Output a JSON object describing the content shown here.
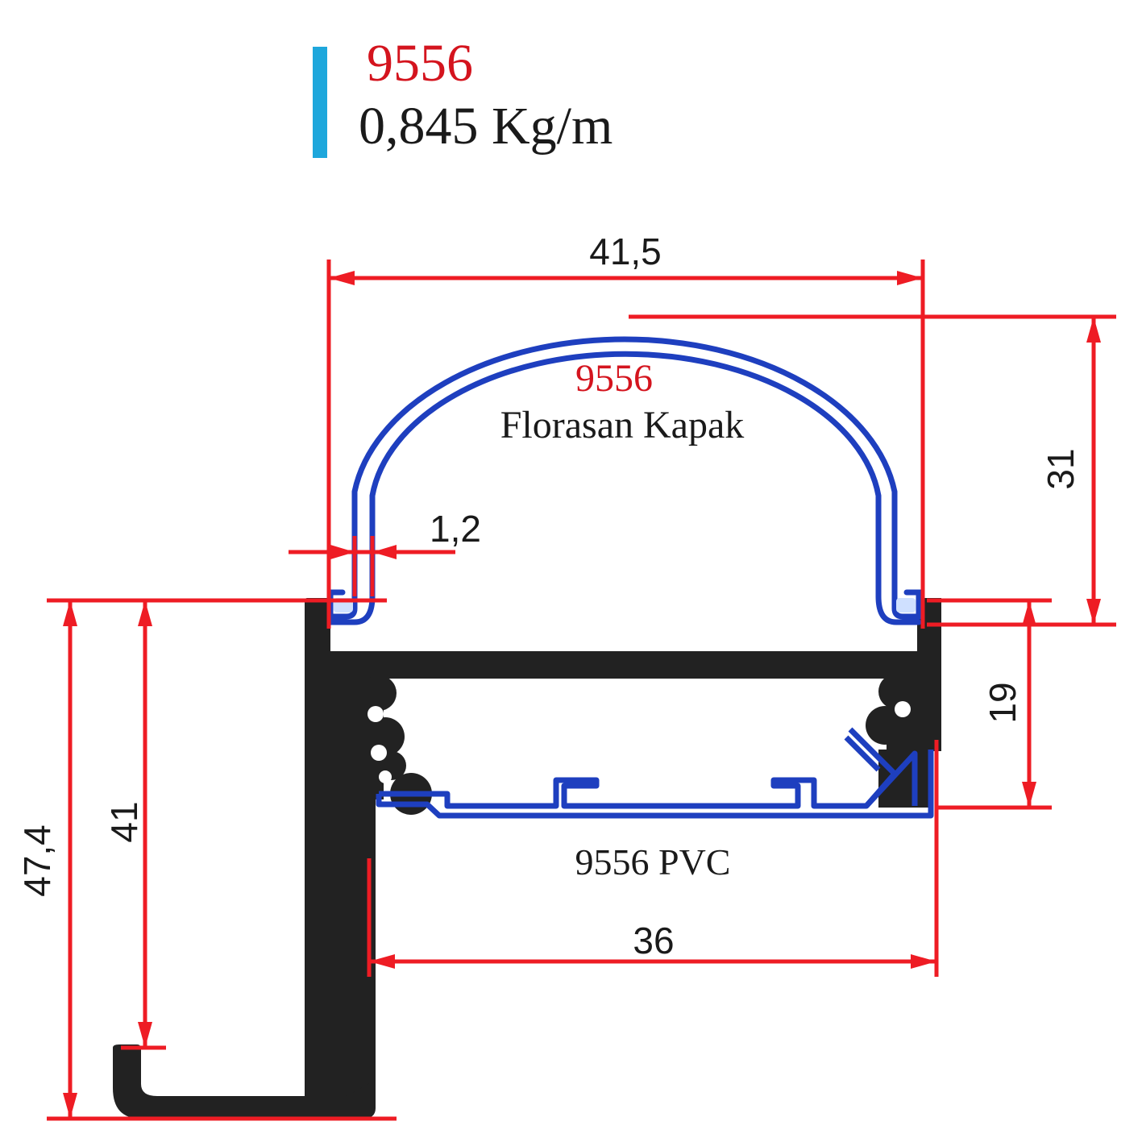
{
  "header": {
    "code": "9556",
    "weight": "0,845 Kg/m"
  },
  "labels": {
    "cover_code": "9556",
    "cover_name": "Florasan Kapak",
    "pvc": "9556 PVC"
  },
  "dimensions": {
    "top_width": "41,5",
    "cover_height": "31",
    "wall_thickness": "1,2",
    "lower_height": "19",
    "bottom_width": "36",
    "inner_height": "41",
    "total_height": "47,4"
  },
  "colors": {
    "accent_bar": "#1ea7dc",
    "code_red": "#d4141e",
    "dimension_red": "#ee1c24",
    "profile_black": "#222222",
    "cover_blue": "#1e3fbf",
    "text": "#1a1a1a"
  }
}
